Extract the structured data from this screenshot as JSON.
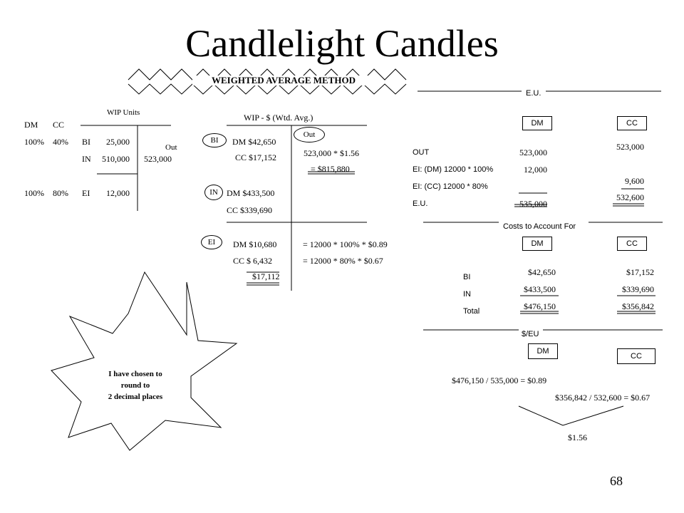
{
  "title": "Candlelight Candles",
  "banner": "WEIGHTED AVERAGE METHOD",
  "wip_units": {
    "title": "WIP Units",
    "col_dm": "DM",
    "col_cc": "CC",
    "rows": [
      {
        "dm": "100%",
        "cc": "40%",
        "label": "BI",
        "value": "25,000"
      },
      {
        "label": "IN",
        "value": "510,000"
      },
      {
        "dm": "100%",
        "cc": "80%",
        "label": "EI",
        "value": "12,000"
      }
    ],
    "out_label": "Out",
    "out_value": "523,000"
  },
  "wip_dollars": {
    "title": "WIP - $  (Wtd. Avg.)",
    "bi_tag": "BI",
    "bi_dm": "DM  $42,650",
    "bi_cc": "CC  $17,152",
    "in_tag": "IN",
    "in_dm": "DM  $433,500",
    "in_cc": "CC   $339,690",
    "ei_tag": "EI",
    "ei_dm": "DM  $10,680",
    "ei_cc": "CC   $ 6,432",
    "ei_total": "$17,112",
    "out_tag": "Out",
    "out_calc": "523,000 * $1.56",
    "out_result": "= $815,880",
    "ei_dm_calc": "= 12000 * 100% * $0.89",
    "ei_cc_calc": "= 12000 * 80% * $0.67"
  },
  "eu": {
    "header": "E.U.",
    "dm_box": "DM",
    "cc_box": "CC",
    "rows": [
      {
        "label": "OUT",
        "dm": "523,000"
      },
      {
        "label": "EI: (DM) 12000 * 100%",
        "dm": "12,000"
      },
      {
        "label": "EI: (CC) 12000 * 80%"
      },
      {
        "label": "E.U.",
        "dm": "535,000"
      }
    ],
    "cc_values": [
      "523,000",
      "9,600",
      "532,600"
    ]
  },
  "costs": {
    "header": "Costs to Account For",
    "dm_box": "DM",
    "cc_box": "CC",
    "labels": [
      "BI",
      "IN",
      "Total"
    ],
    "dm": [
      "$42,650",
      "$433,500",
      "$476,150"
    ],
    "cc": [
      "$17,152",
      "$339,690",
      "$356,842"
    ]
  },
  "per_eu": {
    "header": "$/EU",
    "dm_box": "DM",
    "cc_box": "CC",
    "dm_calc": "$476,150 / 535,000 = $0.89",
    "cc_calc": "$356,842 / 532,600 = $0.67",
    "total": "$1.56"
  },
  "callout": [
    "I have chosen to",
    "round to",
    "2 decimal places"
  ],
  "page_number": "68"
}
